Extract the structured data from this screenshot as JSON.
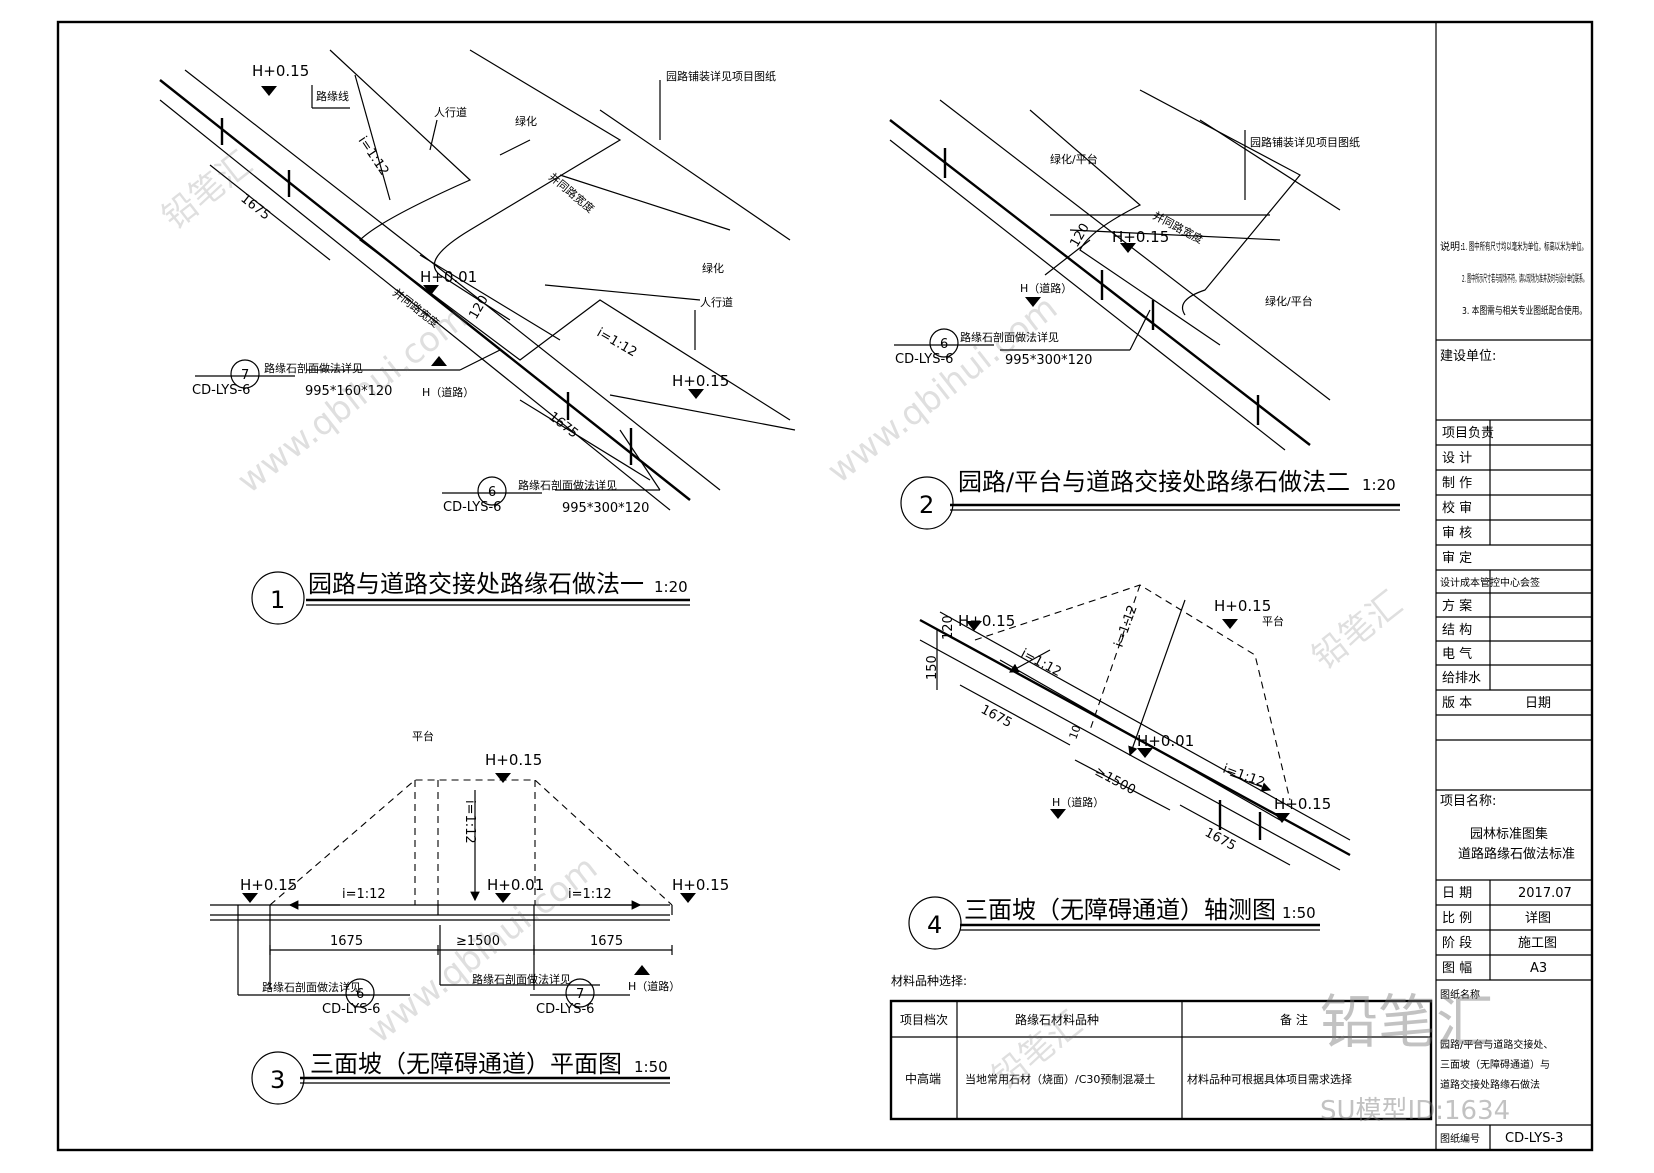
{
  "d1": {
    "num": "1",
    "title": "园路与道路交接处路缘石做法一",
    "scale": "1:20",
    "h_top": "H+0.15",
    "kerb_line": "路缘线",
    "sidewalk_a": "人行道",
    "sidewalk_b": "人行道",
    "green_a": "绿化",
    "green_b": "绿化",
    "paving_note": "园路铺装详见项目图纸",
    "slope_a": "i=1:12",
    "slope_b": "i=1:12",
    "dim_a": "1675",
    "dim_b": "1675",
    "dim_120": "120",
    "width_note_a": "并同路宽度",
    "width_note_b": "并同路宽度",
    "h_001": "H+0.01",
    "h_015b": "H+0.15",
    "road": "H（道路）",
    "ref7_num": "7",
    "ref7_code": "CD-LYS-6",
    "ref7_note": "路缘石剖面做法详见",
    "ref7_size": "995*160*120",
    "ref6_num": "6",
    "ref6_code": "CD-LYS-6",
    "ref6_note": "路缘石剖面做法详见",
    "ref6_size": "995*300*120"
  },
  "d2": {
    "num": "2",
    "title": "园路/平台与道路交接处路缘石做法二",
    "scale": "1:20",
    "green_a": "绿化/平台",
    "green_b": "绿化/平台",
    "paving_note": "园路铺装详见项目图纸",
    "width_note": "并同路宽度",
    "dim_120": "120",
    "h_015": "H+0.15",
    "road": "H（道路）",
    "ref_num": "6",
    "ref_code": "CD-LYS-6",
    "ref_note": "路缘石剖面做法详见",
    "ref_size": "995*300*120"
  },
  "d3": {
    "num": "3",
    "title": "三面坡（无障碍通道）平面图",
    "scale": "1:50",
    "platform": "平台",
    "h_top": "H+0.15",
    "h_left": "H+0.15",
    "h_mid": "H+0.01",
    "h_right": "H+0.15",
    "slope_v": "i=1:12",
    "slope_l": "i=1:12",
    "slope_r": "i=1:12",
    "dim_l": "1675",
    "dim_m": "≥1500",
    "dim_r": "1675",
    "road": "H（道路）",
    "ref6_num": "6",
    "ref6_code": "CD-LYS-6",
    "ref6_note": "路缘石剖面做法详见",
    "ref7_num": "7",
    "ref7_code": "CD-LYS-6",
    "ref7_note": "路缘石剖面做法详见"
  },
  "d4": {
    "num": "4",
    "title": "三面坡（无障碍通道）轴测图",
    "scale": "1:50",
    "platform": "平台",
    "h_l": "H+0.15",
    "h_top": "H+0.15",
    "h_mid": "H+0.01",
    "h_r": "H+0.15",
    "slope_a": "i=1:12",
    "slope_b": "i=1:12",
    "slope_c": "i=1:12",
    "dim_120": "120",
    "dim_150": "150",
    "dim_a": "1675",
    "dim_b": "≥1500",
    "dim_c": "1675",
    "dim_10": "10",
    "road": "H（道路）"
  },
  "materials": {
    "heading": "材料品种选择:",
    "col1": "项目档次",
    "col2": "路缘石材料品种",
    "col3": "备    注",
    "row_grade": "中高端",
    "row_material": "当地常用石材（烧面）/C30预制混凝土",
    "row_note": "材料品种可根据具体项目需求选择"
  },
  "title_block": {
    "notes_label": "说明:",
    "note1": "1. 图中所有尺寸均以毫米为单位，标高以米为单位。",
    "note2": "2. 图中所示尺寸若与现场不符，请以现场为准并及时与设计单位联系。",
    "note3": "3. 本图需与相关专业图纸配合使用。",
    "client": "建设单位:",
    "rows": [
      "项目负责",
      "设  计",
      "制  作",
      "校  审",
      "审  核",
      "审  定"
    ],
    "design_center": "设计成本管控中心会签",
    "disciplines": [
      "方  案",
      "结  构",
      "电  气",
      "给排水"
    ],
    "version": "版  本",
    "date_col": "日期",
    "project_name_label": "项目名称:",
    "project_name_1": "园林标准图集",
    "project_name_2": "道路路缘石做法标准",
    "date_label": "日  期",
    "date_value": "2017.07",
    "scale_label": "比  例",
    "scale_value": "详图",
    "stage_label": "阶  段",
    "stage_value": "施工图",
    "size_label": "图  幅",
    "size_value": "A3",
    "drawing_name_label": "图纸名称",
    "drawing_name_1": "园路/平台与道路交接处、",
    "drawing_name_2": "三面坡（无障碍通道）与",
    "drawing_name_3": "道路交接处路缘石做法",
    "drawing_no_label": "图纸编号",
    "drawing_no_value": "CD-LYS-3"
  },
  "watermark": {
    "brand": "铅笔汇",
    "site": "www.qbihui.com",
    "model_id": "SU模型ID:1634"
  }
}
